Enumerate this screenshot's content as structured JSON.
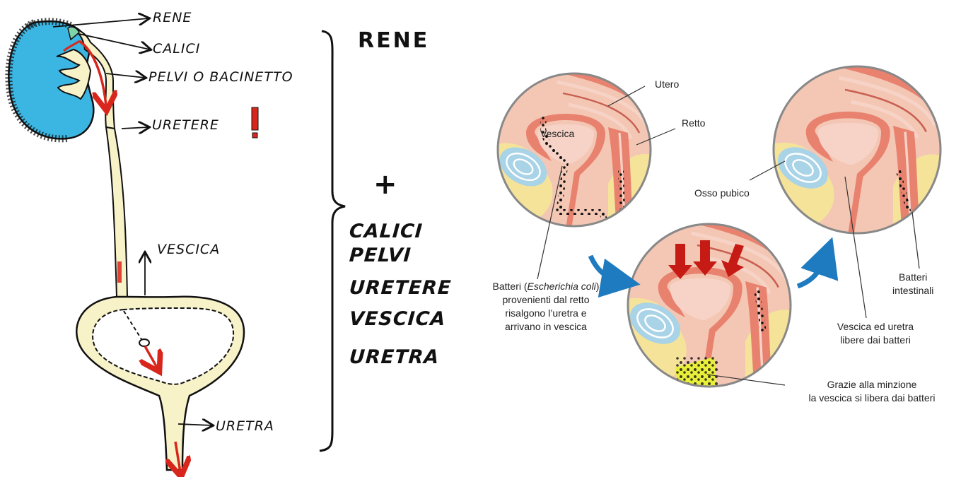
{
  "left_sketch": {
    "labels": {
      "rene": "RENE",
      "calici": "CALICI",
      "pelvi": "PELVI O BACINETTO",
      "uretere": "URETERE",
      "vescica": "VESCICA",
      "uretra": "URETRA"
    },
    "summary": {
      "title": "RENE",
      "plus": "+",
      "items": [
        "CALICI",
        "PELVI",
        "URETERE",
        "VESCICA",
        "URETRA"
      ]
    }
  },
  "right_illustration": {
    "labels": {
      "utero": "Utero",
      "retto": "Retto",
      "vescica": "Vescica",
      "osso_pubico": "Osso pubico",
      "batteri_intestinali_1": "Batteri",
      "batteri_intestinali_2": "intestinali",
      "batteri_ecoli_pre": "Batteri (",
      "batteri_ecoli_italic": "Escherichia coli",
      "batteri_ecoli_post": ")",
      "batteri_line2": "provenienti dal retto",
      "batteri_line3": "risalgono l’uretra e",
      "batteri_line4": "arrivano in vescica",
      "libere_1": "Vescica ed uretra",
      "libere_2": "libere dai batteri",
      "minzione_1": "Grazie alla minzione",
      "minzione_2": "la vescica si libera dai batteri"
    }
  },
  "colors": {
    "kidney_blue": "#3bb6e3",
    "tube_cream": "#f7f2c8",
    "arrow_red": "#d9261c",
    "tissue_pink": "#e8826f",
    "tissue_light": "#f3c7b4",
    "fat_yellow": "#f5e39a",
    "bone_blue": "#a9d3e6",
    "flow_blue": "#1f7bc0",
    "urine_yellow": "#e8ef3a"
  }
}
